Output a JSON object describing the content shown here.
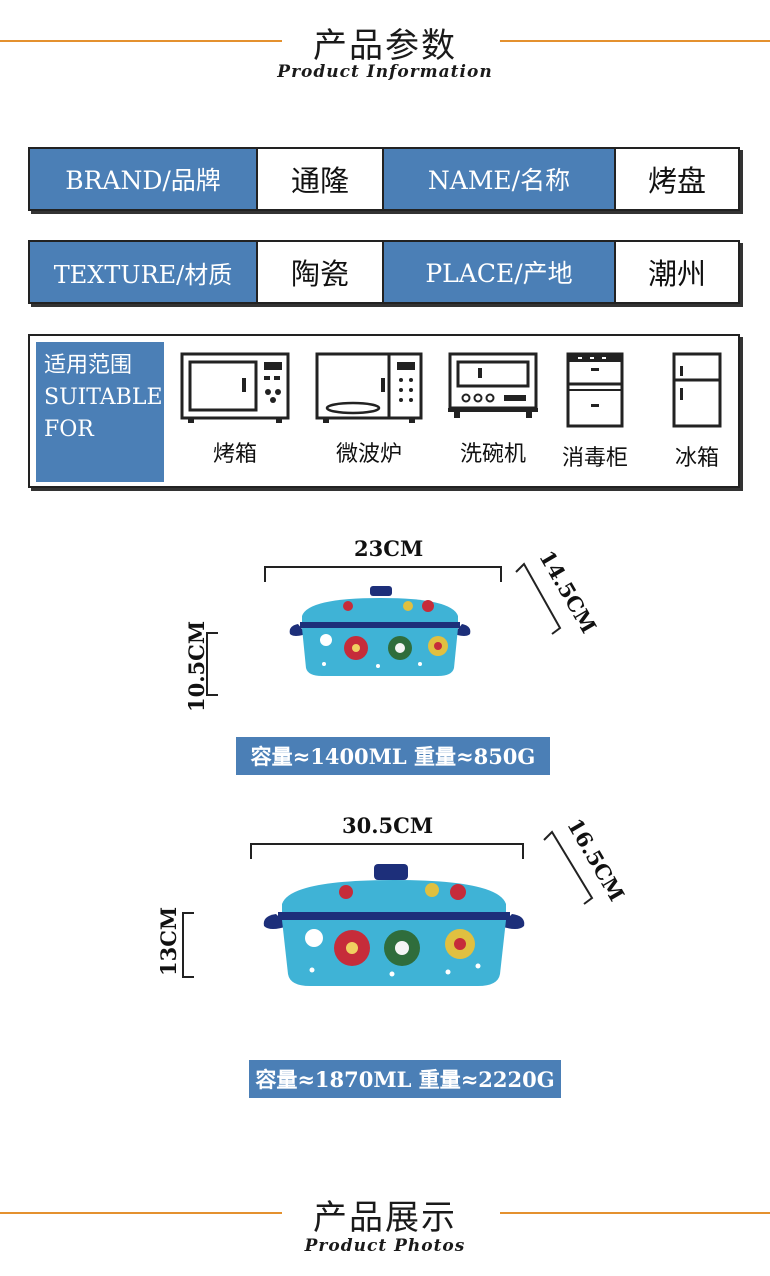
{
  "header": {
    "title": "产品参数",
    "subtitle": "Product Information"
  },
  "params": {
    "row1": {
      "brand_label": "BRAND/品牌",
      "brand_value": "通隆",
      "name_label": "NAME/名称",
      "name_value": "烤盘"
    },
    "row2": {
      "texture_label": "TEXTURE/材质",
      "texture_value": "陶瓷",
      "place_label": "PLACE/产地",
      "place_value": "潮州"
    }
  },
  "suitable": {
    "label_cn": "适用范围",
    "label_en_1": "SUITABLE",
    "label_en_2": "FOR",
    "appliances": [
      {
        "name": "烤箱",
        "icon": "oven-icon"
      },
      {
        "name": "微波炉",
        "icon": "microwave-icon"
      },
      {
        "name": "洗碗机",
        "icon": "dishwasher-icon"
      },
      {
        "name": "消毒柜",
        "icon": "sterilizer-cabinet-icon"
      },
      {
        "name": "冰箱",
        "icon": "refrigerator-icon"
      }
    ]
  },
  "products": [
    {
      "width": "23CM",
      "depth": "14.5CM",
      "height": "10.5CM",
      "caption": "容量≈1400ML 重量≈850G"
    },
    {
      "width": "30.5CM",
      "depth": "16.5CM",
      "height": "13CM",
      "caption": "容量≈1870ML 重量≈2220G"
    }
  ],
  "footer_header": {
    "title": "产品展示",
    "subtitle": "Product Photos"
  },
  "colors": {
    "accent_line": "#e4912f",
    "label_blue": "#4b7fb6",
    "dish_blue": "#3fb3d6"
  }
}
